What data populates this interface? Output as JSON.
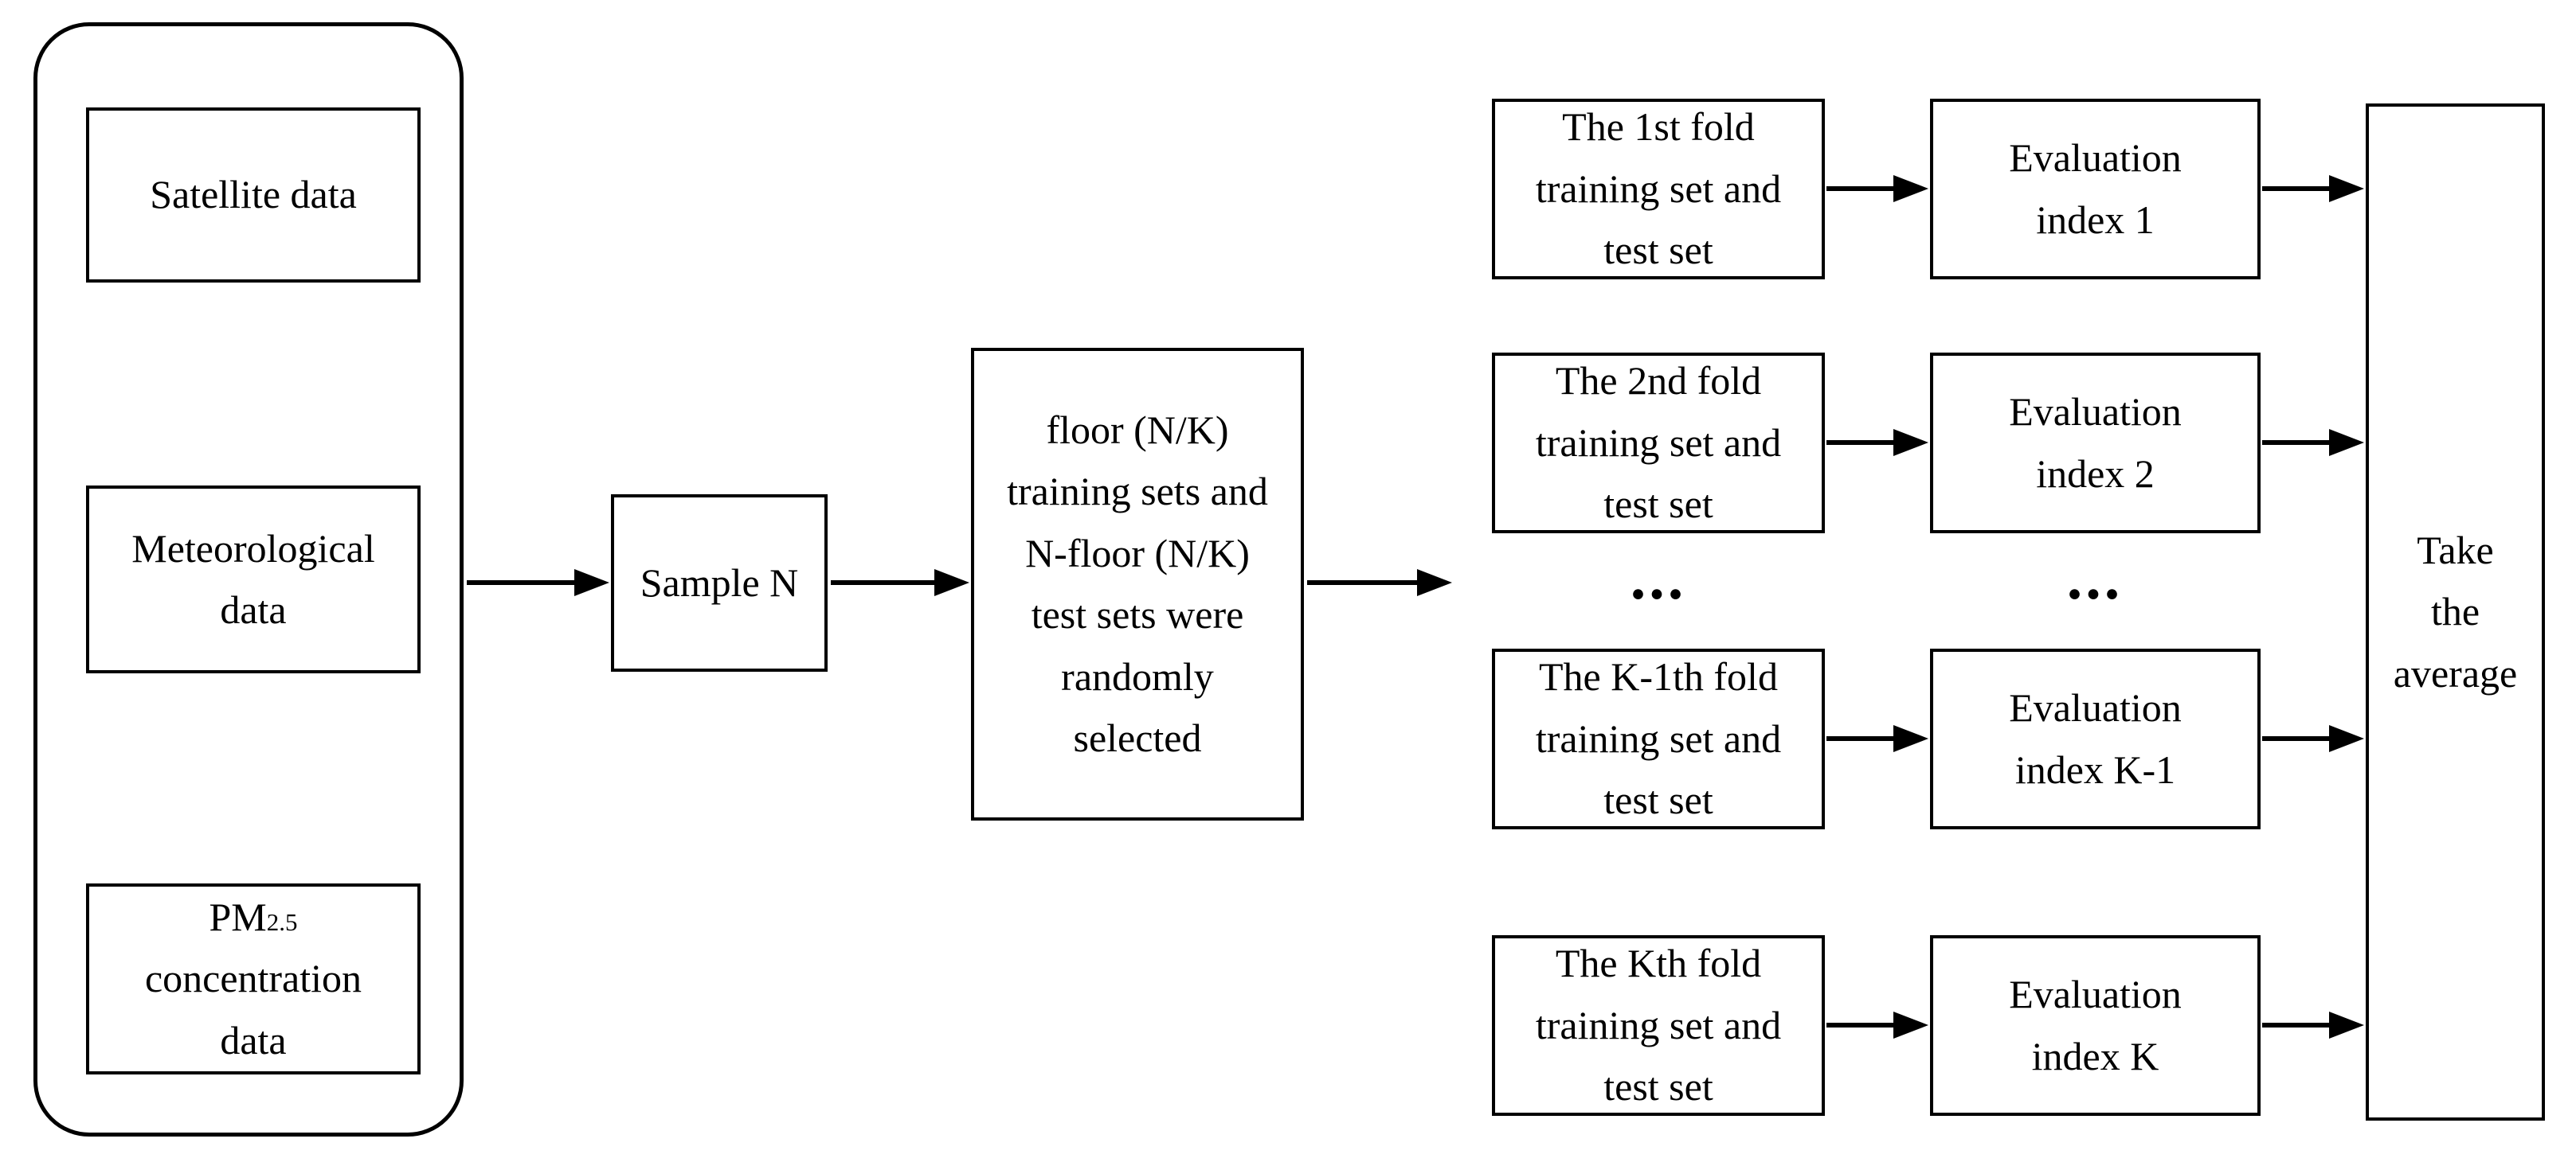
{
  "diagram": {
    "input_group": {
      "satellite_label": "Satellite data",
      "meteorological_label": "Meteorological\ndata",
      "pm": {
        "prefix": "PM",
        "sub": "2.5",
        "rest": "concentration\ndata"
      }
    },
    "sample_label": "Sample N",
    "split_label": "floor (N/K)\ntraining sets and\nN-floor (N/K)\ntest sets were\nrandomly\nselected",
    "folds": [
      "The 1st fold\ntraining set and\ntest set",
      "The 2nd fold\ntraining set and\ntest set",
      "The K-1th fold\ntraining set and\ntest set",
      "The Kth fold\ntraining set and\ntest set"
    ],
    "evaluations": [
      "Evaluation\nindex 1",
      "Evaluation\nindex 2",
      "Evaluation\nindex K-1",
      "Evaluation\nindex K"
    ],
    "fold_ellipsis": "...",
    "evaluation_ellipsis": "...",
    "average_label": "Take\nthe\naverage",
    "colors": {
      "stroke": "#000000",
      "background": "#ffffff"
    }
  }
}
